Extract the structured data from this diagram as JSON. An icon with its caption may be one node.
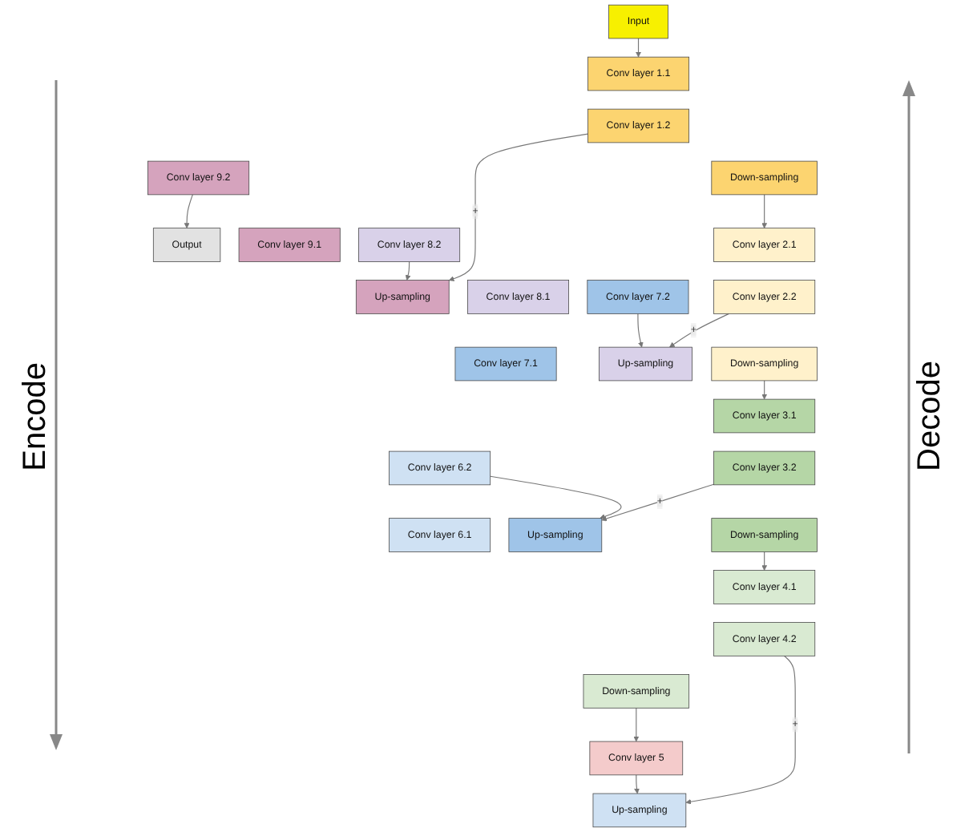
{
  "diagram": {
    "nodes": [
      {
        "text": [
          "Input"
        ]
      },
      {
        "text": [
          "Output"
        ]
      },
      {
        "text": [
          "Conv layer 1.1"
        ]
      },
      {
        "text": [
          "Conv layer 1.2"
        ]
      },
      {
        "text": [
          "Down-sampling"
        ]
      },
      {
        "text": [
          "Conv layer 9.2"
        ]
      },
      {
        "text": [
          "Conv layer 9.1"
        ]
      },
      {
        "text": [
          "Up-sampling"
        ]
      },
      {
        "text": [
          "Conv layer 2.1"
        ]
      },
      {
        "text": [
          "Conv layer 2.2"
        ]
      },
      {
        "text": [
          "Down-sampling"
        ]
      },
      {
        "text": [
          "Conv layer 8.2"
        ]
      },
      {
        "text": [
          "Conv layer 8.1"
        ]
      },
      {
        "text": [
          "Up-sampling"
        ]
      },
      {
        "text": [
          "Conv layer 3.1"
        ]
      },
      {
        "text": [
          "Conv layer 3.2"
        ]
      },
      {
        "text": [
          "Down-sampling"
        ]
      },
      {
        "text": [
          "Conv layer 7.2"
        ]
      },
      {
        "text": [
          "Conv layer 7.1"
        ]
      },
      {
        "text": [
          "Up-sampling"
        ]
      },
      {
        "text": [
          "Conv layer 4.1"
        ]
      },
      {
        "text": [
          "Conv layer 4.2"
        ]
      },
      {
        "text": [
          "Down-sampling"
        ]
      },
      {
        "text": [
          "Conv layer 6.2"
        ]
      },
      {
        "text": [
          "Conv layer 6.1"
        ]
      },
      {
        "text": [
          "Up-sampling"
        ]
      },
      {
        "text": [
          "Conv layer 5"
        ]
      }
    ],
    "edges": [
      {
        "from": 0,
        "to": 2,
        "arrow": "to"
      },
      {
        "from": 4,
        "to": 8,
        "arrow": "to"
      },
      {
        "from": 10,
        "to": 14,
        "arrow": "to"
      },
      {
        "from": 16,
        "to": 20,
        "arrow": "to"
      },
      {
        "from": 22,
        "to": 26,
        "arrow": "to"
      },
      {
        "from": 26,
        "to": 25,
        "arrow": "to"
      },
      {
        "from": 23,
        "to": 19,
        "arrow": "to"
      },
      {
        "from": 17,
        "to": 13,
        "arrow": "to"
      },
      {
        "from": 11,
        "to": 7,
        "arrow": "to"
      },
      {
        "from": 5,
        "to": 1,
        "arrow": "to"
      },
      {
        "from": 3,
        "to": 7,
        "label": "+",
        "arrow": "to"
      },
      {
        "from": 9,
        "to": 13,
        "label": "+",
        "arrow": "to"
      },
      {
        "from": 15,
        "to": 19,
        "label": "+",
        "arrow": "to"
      },
      {
        "from": 21,
        "to": 25,
        "label": "+",
        "arrow": "to"
      }
    ],
    "labels": [
      "Encode",
      "Decode"
    ]
  }
}
